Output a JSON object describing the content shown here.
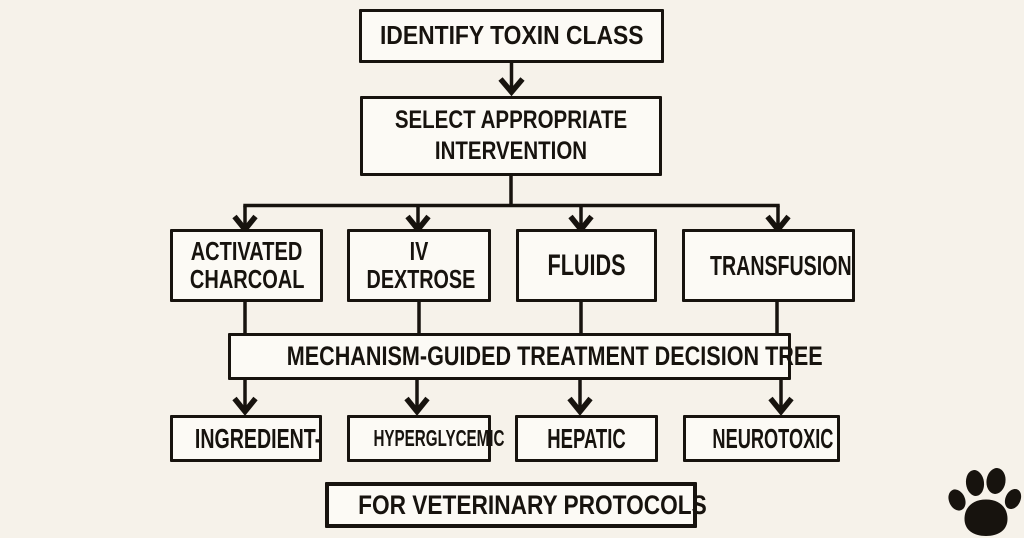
{
  "colors": {
    "background": "#f6f2ea",
    "box_fill": "#fcfaf5",
    "ink": "#17130e"
  },
  "flowchart": {
    "root": {
      "label": "IDENTIFY TOXIN CLASS"
    },
    "step2": {
      "label": "SELECT APPROPRIATE INTERVENTION"
    },
    "interventions": [
      {
        "label": "ACTIVATED CHARCOAL"
      },
      {
        "label": "IV DEXTROSE"
      },
      {
        "label": "FLUIDS"
      },
      {
        "label": "TRANSFUSION"
      }
    ],
    "band": {
      "label": "MECHANISM-GUIDED TREATMENT DECISION TREE"
    },
    "mechanisms": [
      {
        "label": "INGREDIENT-"
      },
      {
        "label": "HYPERGLYCEMIC"
      },
      {
        "label": "HEPATIC"
      },
      {
        "label": "NEUROTOXIC"
      }
    ],
    "footer": {
      "label": "FOR VETERINARY PROTOCOLS"
    }
  },
  "icons": {
    "paw": "paw-print-icon"
  }
}
